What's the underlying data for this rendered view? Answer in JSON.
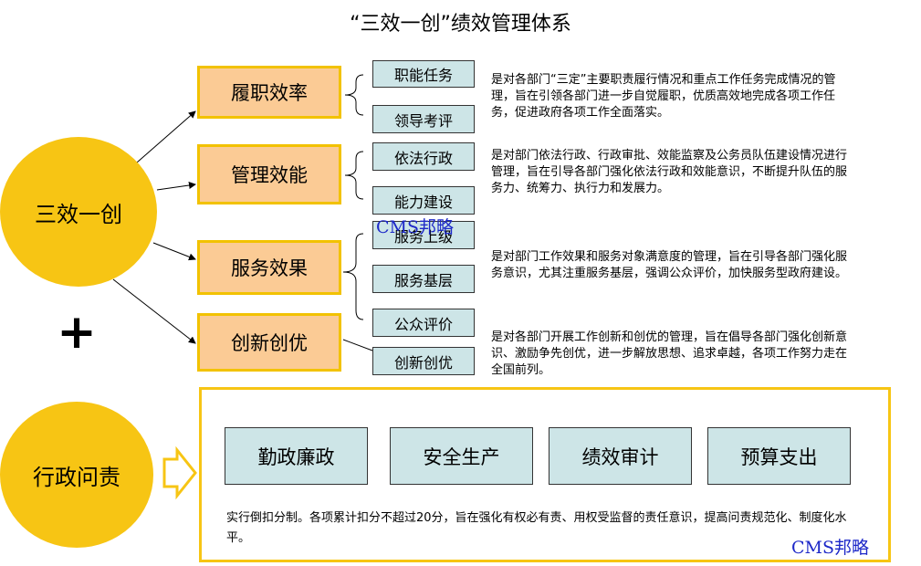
{
  "title": "“三效一创”绩效管理体系",
  "circles": {
    "main": "三效一创",
    "accountability": "行政问责"
  },
  "plus_symbol": "+",
  "categories": [
    {
      "label": "履职效率",
      "items": [
        "职能任务",
        "领导考评"
      ],
      "description": "是对各部门“三定”主要职责履行情况和重点工作任务完成情况的管理，旨在引领各部门进一步自觉履职，优质高效地完成各项工作任务，促进政府各项工作全面落实。"
    },
    {
      "label": "管理效能",
      "items": [
        "依法行政",
        "能力建设"
      ],
      "description": "是对部门依法行政、行政审批、效能监察及公务员队伍建设情况进行管理，旨在引导各部门强化依法行政和效能意识，不断提升队伍的服务力、统筹力、执行力和发展力。"
    },
    {
      "label": "服务效果",
      "items": [
        "服务上级",
        "服务基层",
        "公众评价"
      ],
      "description": "是对部门工作效果和服务对象满意度的管理，旨在引导各部门强化服务意识，尤其注重服务基层，强调公众评价，加快服务型政府建设。"
    },
    {
      "label": "创新创优",
      "items": [
        "创新创优"
      ],
      "description": "是对各部门开展工作创新和创优的管理，旨在倡导各部门强化创新意识、激励争先创优，进一步解放思想、追求卓越，各项工作努力走在全国前列。"
    }
  ],
  "accountability_items": [
    "勤政廉政",
    "安全生产",
    "绩效审计",
    "预算支出"
  ],
  "accountability_description": "实行倒扣分制。各项累计扣分不超过20分，旨在强化有权必有责、用权受监督的责任意识，提高问责规范化、制度化水平。",
  "watermarks": [
    "CMS邦略",
    "CMS邦略"
  ],
  "colors": {
    "circle_fill": "#F7C514",
    "category_fill": "#FBCB95",
    "category_border": "#F2C200",
    "item_fill": "#CDE5E7",
    "watermark": "#1D28C8"
  }
}
